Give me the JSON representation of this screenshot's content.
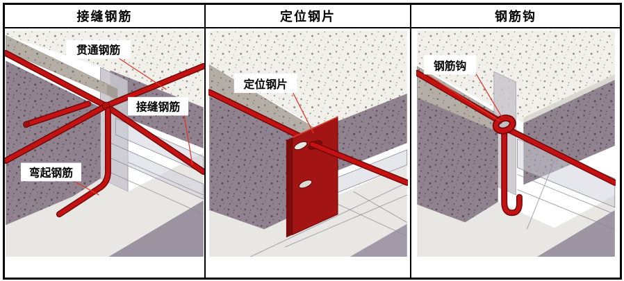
{
  "header": {
    "columns": [
      {
        "label": "接缝钢筋"
      },
      {
        "label": "定位钢片"
      },
      {
        "label": "钢筋钩"
      }
    ]
  },
  "panels": [
    {
      "name": "joint-rebar",
      "annotations": [
        {
          "text": "贯通钢筋"
        },
        {
          "text": "接缝钢筋"
        },
        {
          "text": "弯起钢筋"
        }
      ]
    },
    {
      "name": "positioning-steel-plate",
      "annotations": [
        {
          "text": "定位钢片"
        }
      ]
    },
    {
      "name": "rebar-hook",
      "annotations": [
        {
          "text": "钢筋钩"
        }
      ]
    }
  ],
  "colors": {
    "rebar_red": "#c41212",
    "rebar_outline": "#6f0808",
    "plate_red": "#a31414",
    "plate_side_red": "#7c0b0b",
    "leader_red": "#e0392b",
    "concrete_slab": "#f2f0ea",
    "concrete_beam": "#b4aea6",
    "wall_purple": "#90838f",
    "floor_light": "#e8e7e4",
    "floor_purple": "#9c93a1",
    "formwork_translucent": "#ced0da",
    "border": "#000000",
    "label_bg": "#ffffff",
    "label_text": "#000000"
  }
}
